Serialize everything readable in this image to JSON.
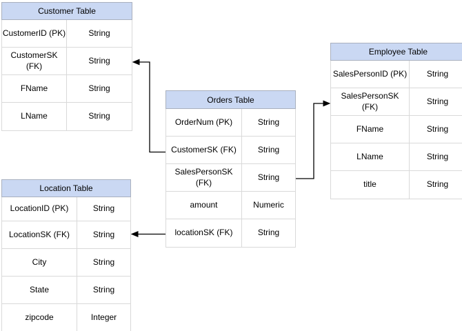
{
  "diagram": {
    "tables": {
      "customer": {
        "title": "Customer Table",
        "rows": [
          {
            "field": "CustomerID (PK)",
            "type": "String"
          },
          {
            "field": "CustomerSK\n(FK)",
            "type": "String"
          },
          {
            "field": "FName",
            "type": "String"
          },
          {
            "field": "LName",
            "type": "String"
          }
        ]
      },
      "orders": {
        "title": "Orders Table",
        "rows": [
          {
            "field": "OrderNum (PK)",
            "type": "String"
          },
          {
            "field": "CustomerSK (FK)",
            "type": "String"
          },
          {
            "field": "SalesPersonSK\n(FK)",
            "type": "String"
          },
          {
            "field": "amount",
            "type": "Numeric"
          },
          {
            "field": "locationSK (FK)",
            "type": "String"
          }
        ]
      },
      "employee": {
        "title": "Employee Table",
        "rows": [
          {
            "field": "SalesPersonID (PK)",
            "type": "String"
          },
          {
            "field": "SalesPersonSK\n(FK)",
            "type": "String"
          },
          {
            "field": "FName",
            "type": "String"
          },
          {
            "field": "LName",
            "type": "String"
          },
          {
            "field": "title",
            "type": "String"
          }
        ]
      },
      "location": {
        "title": "Location Table",
        "rows": [
          {
            "field": "LocationID (PK)",
            "type": "String"
          },
          {
            "field": "LocationSK (FK)",
            "type": "String"
          },
          {
            "field": "City",
            "type": "String"
          },
          {
            "field": "State",
            "type": "String"
          },
          {
            "field": "zipcode",
            "type": "Integer"
          }
        ]
      }
    },
    "relationships": [
      {
        "from": "Orders Table.CustomerSK (FK)",
        "to": "Customer Table.CustomerSK (FK)"
      },
      {
        "from": "Orders Table.SalesPersonSK (FK)",
        "to": "Employee Table.SalesPersonSK (FK)"
      },
      {
        "from": "Orders Table.locationSK (FK)",
        "to": "Location Table.LocationSK (FK)"
      }
    ],
    "colors": {
      "header_fill": "#cad8f3",
      "header_border": "#a9b0be",
      "row_border": "#d9d9d9",
      "connector": "#000000"
    }
  }
}
